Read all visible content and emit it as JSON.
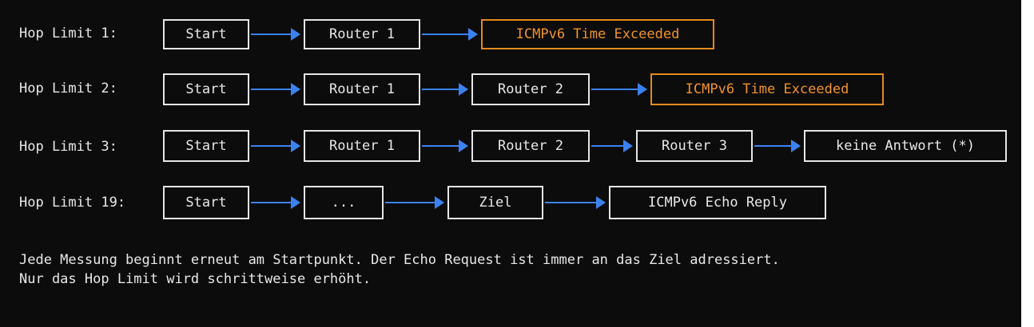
{
  "rows": [
    {
      "label": "Hop Limit 1:",
      "nodes": [
        "Start",
        "Router 1",
        "ICMPv6 Time Exceeded"
      ]
    },
    {
      "label": "Hop Limit 2:",
      "nodes": [
        "Start",
        "Router 1",
        "Router 2",
        "ICMPv6 Time Exceeded"
      ]
    },
    {
      "label": "Hop Limit 3:",
      "nodes": [
        "Start",
        "Router 1",
        "Router 2",
        "Router 3",
        "keine Antwort (*)"
      ]
    },
    {
      "label": "Hop Limit 19:",
      "nodes": [
        "Start",
        "...",
        "Ziel",
        "ICMPv6 Echo Reply"
      ]
    }
  ],
  "caption": {
    "line1": "Jede Messung beginnt erneut am Startpunkt. Der Echo Request ist immer an das Ziel adressiert.",
    "line2": "Nur das Hop Limit wird schrittweise erhöht."
  },
  "colors": {
    "background": "#0d0c0c",
    "box_border": "#e6e6e6",
    "text": "#e8e8e8",
    "warning": "#f0932a",
    "arrow": "#3b82f0"
  }
}
